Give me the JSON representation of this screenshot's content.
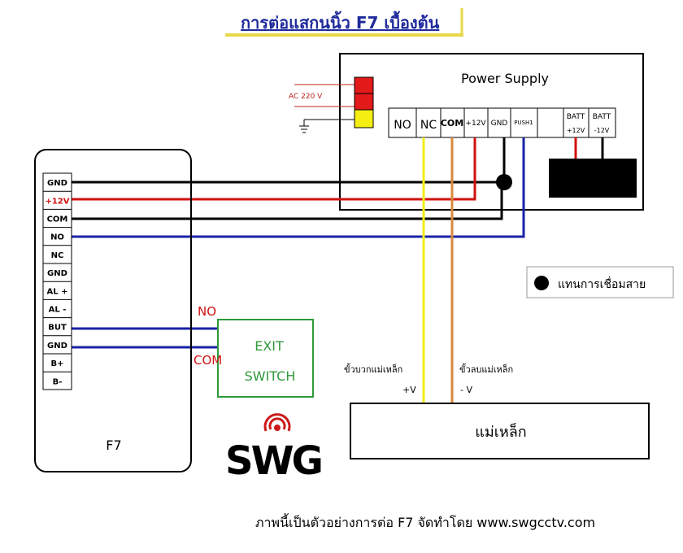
{
  "title": "การต่อแสกนนิ้ว F7 เบื้องต้น",
  "power_supply": {
    "label": "Power Supply",
    "ac_label": "AC 220 V",
    "terminals": [
      "NO",
      "NC",
      "COM",
      "+12V",
      "GND",
      "PUSH1",
      ""
    ],
    "batt_pos": [
      "BATT",
      "+12V"
    ],
    "batt_neg": [
      "BATT",
      "-12V"
    ]
  },
  "f7": {
    "label": "F7",
    "pins": [
      "GND",
      "+12V",
      "COM",
      "NO",
      "NC",
      "GND",
      "AL +",
      "AL -",
      "BUT",
      "GND",
      "B+",
      "B-"
    ]
  },
  "exit_switch": {
    "line1": "EXIT",
    "line2": "SWITCH",
    "no_label": "NO",
    "com_label": "COM"
  },
  "legend": {
    "text": "แทนการเชื่อมสาย"
  },
  "magnet": {
    "label": "แม่เหล็ก",
    "pos_text": "ขั้วบวกแม่เหล็ก",
    "pos_sign": "+V",
    "neg_text": "ขั้วลบแม่เหล็ก",
    "neg_sign": "- V"
  },
  "logo": {
    "text": "SWG"
  },
  "footer": "ภาพนี้เป็นตัวอย่างการต่อ F7 จัดทำโดย www.swgcctv.com",
  "colors": {
    "wire_black": "#000000",
    "wire_red": "#d01010",
    "wire_blue": "#1a23a8",
    "wire_yellow": "#f2ee1a",
    "wire_orange": "#d9893c",
    "switch_border": "#2e9a3a",
    "switch_text": "#2e9a3a",
    "title_text": "#1f2a9c",
    "logo_red": "#cc1a1a",
    "ac_label": "#c02020"
  }
}
